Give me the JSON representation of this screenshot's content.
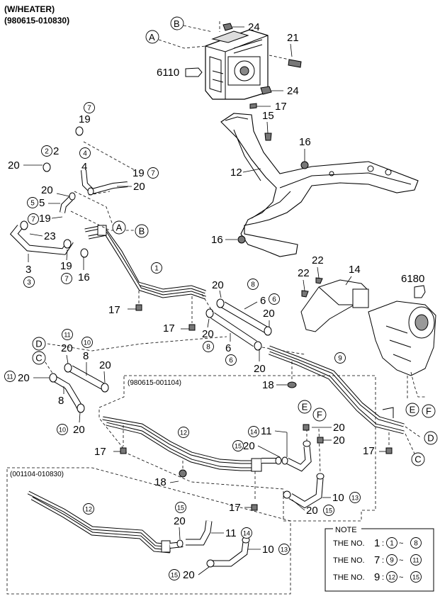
{
  "header": {
    "line1": "(W/HEATER)",
    "line2": "(980615-010830)"
  },
  "ranges": {
    "mid": "(980615-001104)",
    "low": "(001104-010830)"
  },
  "note": {
    "title": "NOTE",
    "rows": [
      {
        "prefix": "THE NO.",
        "num": "1",
        "from": "1",
        "to": "8"
      },
      {
        "prefix": "THE NO.",
        "num": "7",
        "from": "9",
        "to": "11"
      },
      {
        "prefix": "THE NO.",
        "num": "9",
        "from": "12",
        "to": "15"
      }
    ]
  },
  "letters": {
    "a": "A",
    "b": "B",
    "c": "C",
    "d": "D",
    "e": "E",
    "f": "F"
  },
  "parts": {
    "p2": "2",
    "p3": "3",
    "p4": "4",
    "p5": "5",
    "p6": "6",
    "p8": "8",
    "p10": "10",
    "p11": "11",
    "p12": "12",
    "p14": "14",
    "p15": "15",
    "p16": "16",
    "p17": "17",
    "p18": "18",
    "p19": "19",
    "p20": "20",
    "p21": "21",
    "p22": "22",
    "p23": "23",
    "p24": "24",
    "p6110": "6110",
    "p6180": "6180"
  },
  "circ": {
    "c1": "1",
    "c2": "2",
    "c3": "3",
    "c4": "4",
    "c5": "5",
    "c6": "6",
    "c7": "7",
    "c8": "8",
    "c9": "9",
    "c10": "10",
    "c11": "11",
    "c12": "12",
    "c13": "13",
    "c14": "14",
    "c15": "15"
  }
}
